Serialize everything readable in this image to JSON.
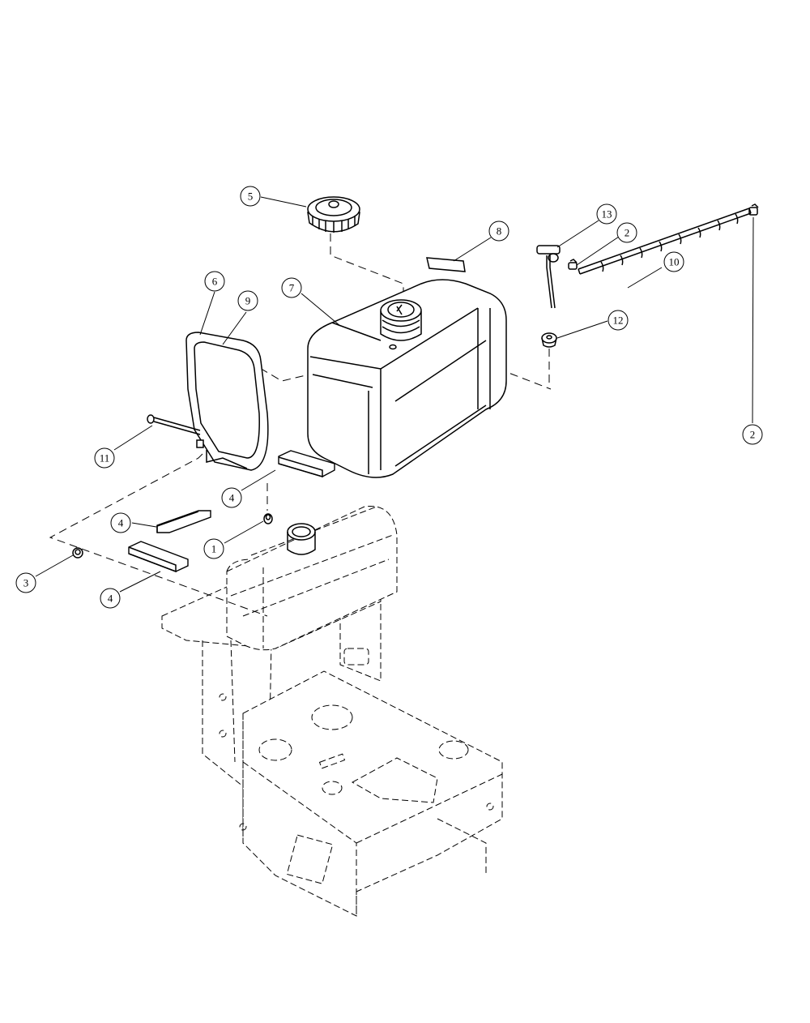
{
  "callouts": [
    {
      "id": "c5",
      "label": "5"
    },
    {
      "id": "c8",
      "label": "8"
    },
    {
      "id": "c13",
      "label": "13"
    },
    {
      "id": "c2a",
      "label": "2"
    },
    {
      "id": "c10",
      "label": "10"
    },
    {
      "id": "c6",
      "label": "6"
    },
    {
      "id": "c9",
      "label": "9"
    },
    {
      "id": "c7",
      "label": "7"
    },
    {
      "id": "c12",
      "label": "12"
    },
    {
      "id": "c2b",
      "label": "2"
    },
    {
      "id": "c11",
      "label": "11"
    },
    {
      "id": "c4a",
      "label": "4"
    },
    {
      "id": "c4b",
      "label": "4"
    },
    {
      "id": "c1",
      "label": "1"
    },
    {
      "id": "c3",
      "label": "3"
    },
    {
      "id": "c4c",
      "label": "4"
    }
  ]
}
